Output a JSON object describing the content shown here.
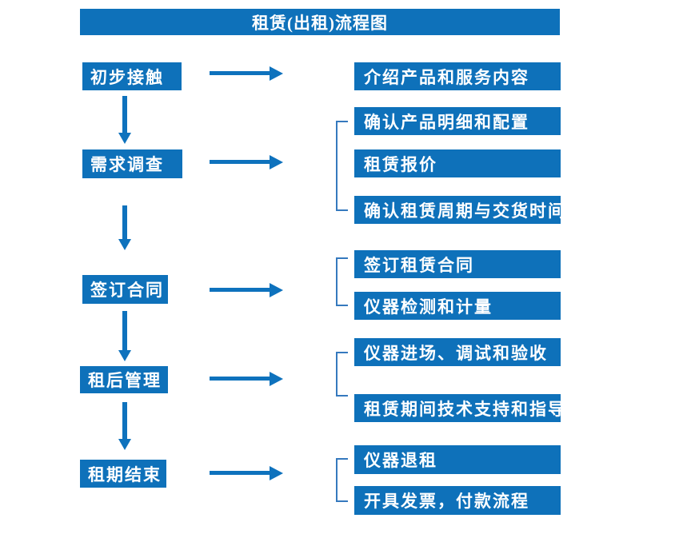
{
  "title": "租赁(出租)流程图",
  "colors": {
    "box_blue": "#0e71ba",
    "arrow_blue": "#0e72bd",
    "bracket_blue": "#3579be",
    "text_white": "#ffffff"
  },
  "groups": [
    {
      "stage": "初步接触",
      "details": [
        "介绍产品和服务内容"
      ]
    },
    {
      "stage": "需求调查",
      "details": [
        "确认产品明细和配置",
        "租赁报价",
        "确认租赁周期与交货时间"
      ]
    },
    {
      "stage": "签订合同",
      "details": [
        "签订租赁合同",
        "仪器检测和计量"
      ]
    },
    {
      "stage": "租后管理",
      "details": [
        "仪器进场、调试和验收",
        "租赁期间技术支持和指导"
      ]
    },
    {
      "stage": "租期结束",
      "details": [
        "仪器退租",
        "开具发票，付款流程"
      ]
    }
  ]
}
